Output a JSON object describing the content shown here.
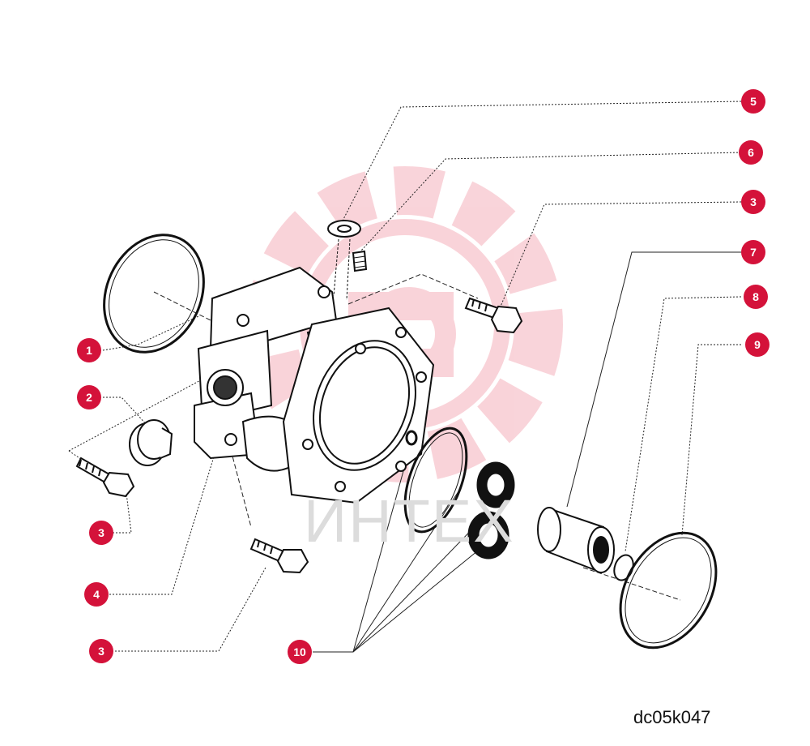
{
  "watermark": {
    "text": "ИНТЕХ",
    "color": "#f2a0ac"
  },
  "drawing_code": "dc05k047",
  "accent_color": "#d4123a",
  "callouts": [
    {
      "label": "5"
    },
    {
      "label": "6"
    },
    {
      "label": "3"
    },
    {
      "label": "7"
    },
    {
      "label": "8"
    },
    {
      "label": "9"
    },
    {
      "label": "1"
    },
    {
      "label": "2"
    },
    {
      "label": "3"
    },
    {
      "label": "4"
    },
    {
      "label": "3"
    },
    {
      "label": "10"
    }
  ]
}
